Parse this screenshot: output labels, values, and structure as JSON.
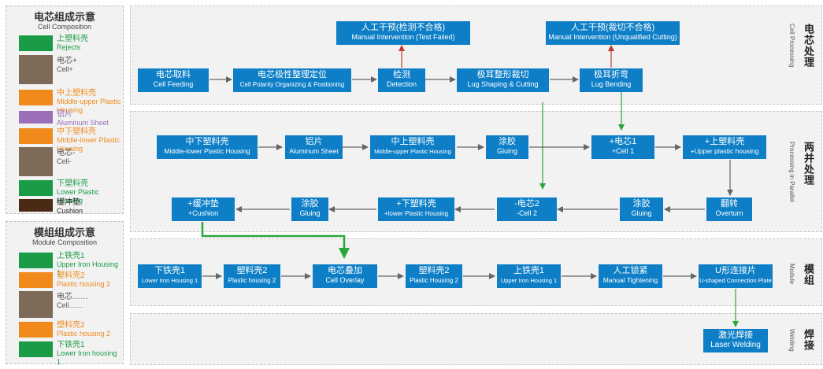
{
  "cell_legend": {
    "title_cn": "电芯组成示意",
    "title_en": "Cell Composition",
    "items": [
      {
        "cn": "上塑料壳",
        "en": "Rejects",
        "color": "#1a9c47",
        "text_color": "#1a9c47"
      },
      {
        "cn": "电芯+",
        "en": "Cell+",
        "color": "#7d6a58",
        "text_color": "#555555"
      },
      {
        "cn": "中上塑料壳",
        "en": "Middle-upper Plastic Housing",
        "color": "#f08a1c",
        "text_color": "#f08a1c"
      },
      {
        "cn": "铝片",
        "en": "Aluminum Sheet",
        "color": "#9a6fb8",
        "text_color": "#9a6fb8"
      },
      {
        "cn": "中下塑料壳",
        "en": "Middle-lower Plastic Housing",
        "color": "#f08a1c",
        "text_color": "#f08a1c"
      },
      {
        "cn": "电芯-",
        "en": "Cell-",
        "color": "#7d6a58",
        "text_color": "#555555"
      },
      {
        "cn": "下塑料壳",
        "en": "Lower Plastic Housing",
        "color": "#1a9c47",
        "text_color": "#1a9c47"
      },
      {
        "cn": "缓冲垫",
        "en": "Cushion",
        "color": "#4a2a14",
        "text_color": "#222222"
      }
    ]
  },
  "module_legend": {
    "title_cn": "模组组成示意",
    "title_en": "Module Composition",
    "items": [
      {
        "cn": "上铁壳1",
        "en": "Upper Iron Housing 1",
        "color": "#1a9c47",
        "text_color": "#1a9c47"
      },
      {
        "cn": "塑料壳2",
        "en": "Plastic housing 2",
        "color": "#f08a1c",
        "text_color": "#f08a1c"
      },
      {
        "cn": "电芯……",
        "en": "Cell……",
        "color": "#7d6a58",
        "text_color": "#555555"
      },
      {
        "cn": "塑料壳2",
        "en": "Plastic housing 2",
        "color": "#f08a1c",
        "text_color": "#f08a1c"
      },
      {
        "cn": "下铁壳1",
        "en": "Lower Iron housing 1",
        "color": "#1a9c47",
        "text_color": "#1a9c47"
      }
    ]
  },
  "sections": {
    "cell_processing": {
      "cn": "电芯处理",
      "en": "Cell Processing"
    },
    "parallel": {
      "cn": "两并处理",
      "en": "Processing in Parallel"
    },
    "module": {
      "cn": "模组",
      "en": "Module"
    },
    "welding": {
      "cn": "焊接",
      "en": "Welding"
    }
  },
  "nodes": {
    "manual_test": {
      "cn": "人工干预(检测不合格)",
      "en": "Manual Intervention (Test Failed)"
    },
    "manual_cut": {
      "cn": "人工干预(裁切不合格)",
      "en": "Manual Intervention (Unqualified Cutting)"
    },
    "cell_feeding": {
      "cn": "电芯取料",
      "en": "Cell Feeding"
    },
    "polarity": {
      "cn": "电芯极性整理定位",
      "en": "Cell Polarity Organizing & Positioning"
    },
    "detection": {
      "cn": "检测",
      "en": "Detection"
    },
    "lug_shaping": {
      "cn": "极耳整形裁切",
      "en": "Lug Shaping & Cutting"
    },
    "lug_bending": {
      "cn": "极耳折弯",
      "en": "Lug Bending"
    },
    "mid_lower": {
      "cn": "中下塑料壳",
      "en": "Middle-lower Plastic Housing"
    },
    "alu_sheet": {
      "cn": "铝片",
      "en": "Aluminum Sheet"
    },
    "mid_upper": {
      "cn": "中上塑料壳",
      "en": "Middle-upper Plastic Housing"
    },
    "gluing1": {
      "cn": "涂胶",
      "en": "Gluing"
    },
    "cell1": {
      "cn": "+电芯1",
      "en": "+Cell 1"
    },
    "upper_plastic": {
      "cn": "+上塑料壳",
      "en": "+Upper plastic housing"
    },
    "overturn": {
      "cn": "翻转",
      "en": "Overturn"
    },
    "gluing2": {
      "cn": "涂胶",
      "en": "Gluing"
    },
    "cell2": {
      "cn": "-电芯2",
      "en": "-Cell 2"
    },
    "lower_plastic": {
      "cn": "+下塑料壳",
      "en": "+lower Plastic Housing"
    },
    "gluing3": {
      "cn": "涂胶",
      "en": "Gluing"
    },
    "cushion": {
      "cn": "+缓冲垫",
      "en": "+Cushion"
    },
    "lower_iron": {
      "cn": "下铁壳1",
      "en": "Lower Iron Housing 1"
    },
    "plastic2a": {
      "cn": "塑料壳2",
      "en": "Plastic housing 2"
    },
    "cell_overlay": {
      "cn": "电芯叠加",
      "en": "Cell Overlay"
    },
    "plastic2b": {
      "cn": "塑料壳2",
      "en": "Plastic Housing 2"
    },
    "upper_iron": {
      "cn": "上铁壳1",
      "en": "Upper Iron Housing 1"
    },
    "manual_tight": {
      "cn": "人工锁紧",
      "en": "Manual Tightening"
    },
    "u_plate": {
      "cn": "U形连接片",
      "en": "U-shaped Connection Plate"
    },
    "laser": {
      "cn": "激光焊接",
      "en": "Laser Welding"
    }
  },
  "colors": {
    "node_fill": "#0e7fc7",
    "flow_arrow": "#666666",
    "reject_arrow": "#c0392b",
    "transfer_arrow": "#2aa63a"
  }
}
